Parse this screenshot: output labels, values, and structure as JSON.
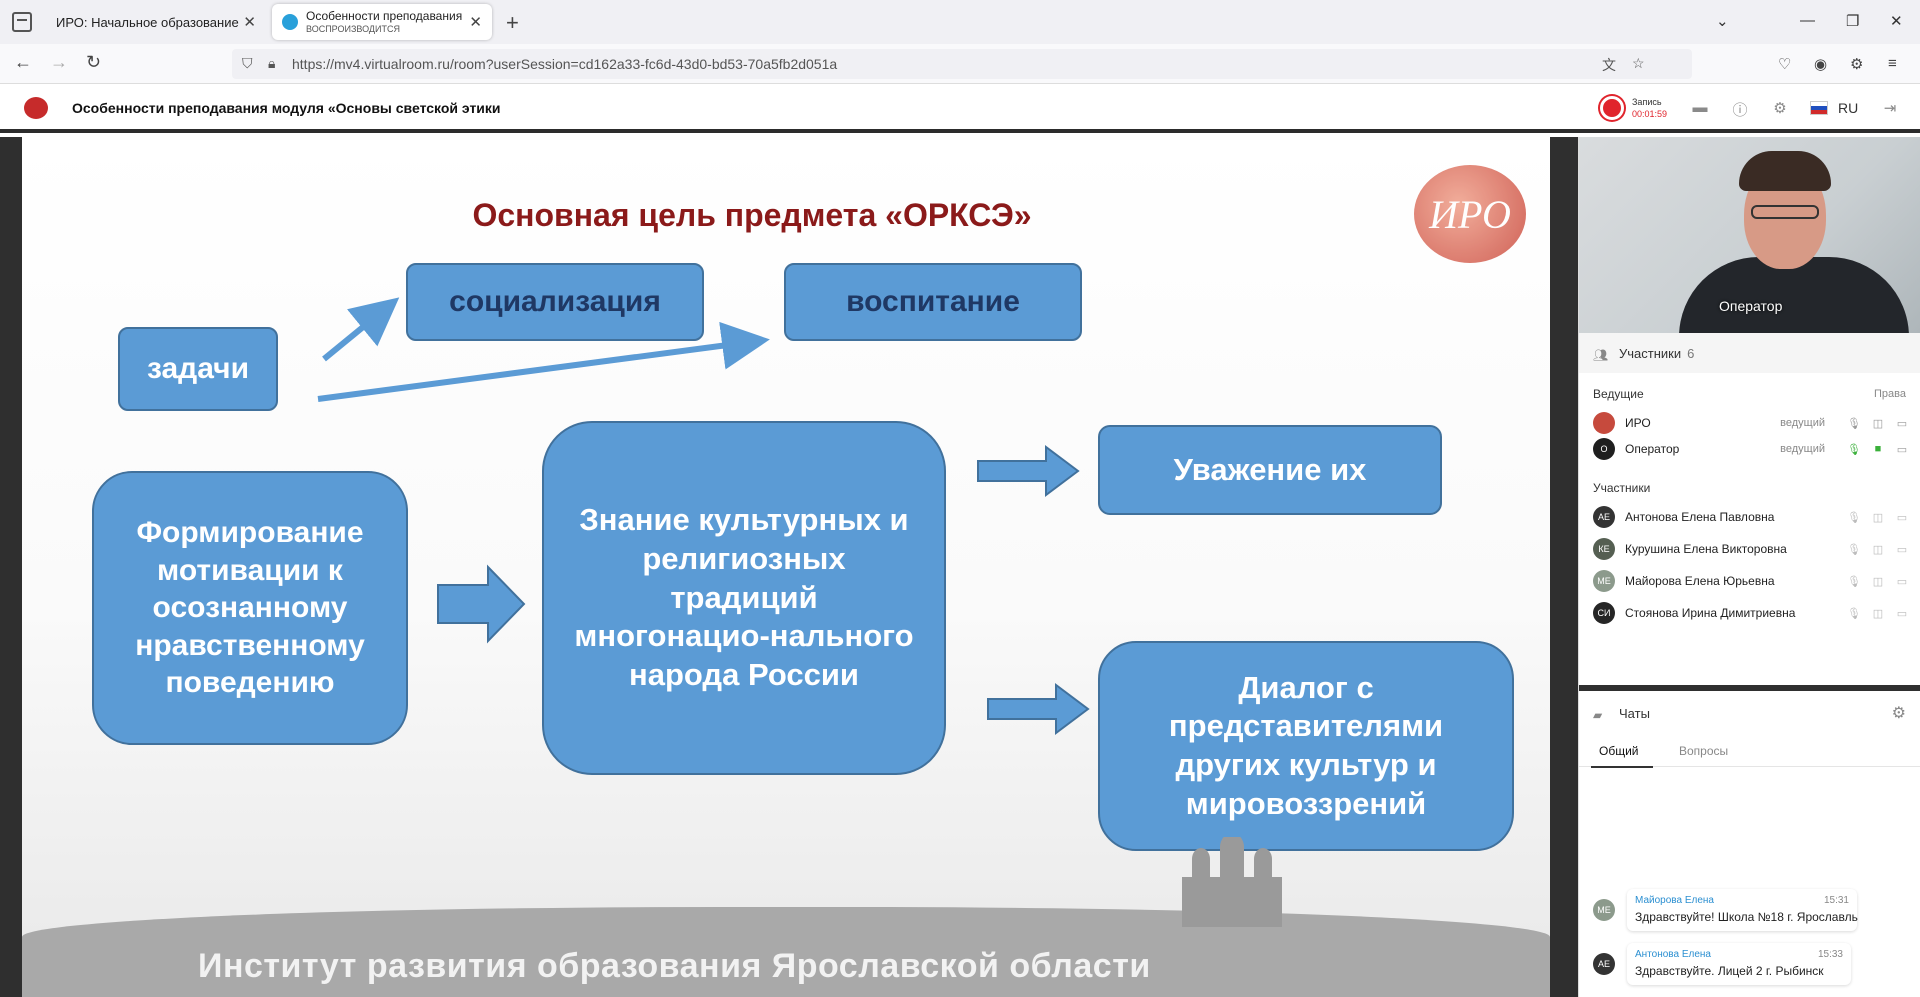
{
  "browser": {
    "tabs": [
      {
        "title": "ИРО: Начальное образование"
      },
      {
        "title": "Особенности преподавания м",
        "subtitle": "ВОСПРОИЗВОДИТСЯ"
      }
    ],
    "url": "https://mv4.virtualroom.ru/room?userSession=cd162a33-fc6d-43d0-bd53-70a5fb2d051a"
  },
  "header": {
    "title": "Особенности преподавания модуля «Основы светской этики",
    "record_label": "Запись",
    "record_time": "00:01:59",
    "language": "RU"
  },
  "slide": {
    "title": "Основная цель предмета «ОРКСЭ»",
    "logo_text": "ИРО",
    "boxes": {
      "tasks": "задачи",
      "socialization": "социализация",
      "upbringing": "воспитание",
      "motivation": "Формирование мотивации к осознанному нравственному поведению",
      "knowledge": "Знание культурных и религиозных традиций многонацио-нального народа России",
      "respect": "Уважение их",
      "dialog": "Диалог с представителями других культур и мировоззрений"
    },
    "footer": "Институт развития образования Ярославской области"
  },
  "video": {
    "name": "Оператор"
  },
  "participants": {
    "title": "Участники",
    "count": "6",
    "hosts_label": "Ведущие",
    "rights_label": "Права",
    "hosts": [
      {
        "name": "ИРО",
        "role": "ведущий",
        "initials": "",
        "color": "#c64a3d"
      },
      {
        "name": "Оператор",
        "role": "ведущий",
        "initials": "О",
        "color": "#1f1f1f"
      }
    ],
    "members_label": "Участники",
    "members": [
      {
        "name": "Антонова Елена Павловна",
        "initials": "АЕ",
        "color": "#333333"
      },
      {
        "name": "Курушина Елена Викторовна",
        "initials": "КЕ",
        "color": "#555f52"
      },
      {
        "name": "Майорова Елена Юрьевна",
        "initials": "МЕ",
        "color": "#8c9a8c"
      },
      {
        "name": "Стоянова Ирина Димитриевна",
        "initials": "СИ",
        "color": "#262626"
      }
    ]
  },
  "chats": {
    "title": "Чаты",
    "tabs": [
      "Общий",
      "Вопросы"
    ],
    "messages": [
      {
        "author": "Майорова Елена",
        "time": "15:31",
        "text": "Здравствуйте! Школа №18 г. Ярославль",
        "initials": "МЕ",
        "color": "#8c9a8c"
      },
      {
        "author": "Антонова Елена",
        "time": "15:33",
        "text": "Здравствуйте. Лицей 2 г. Рыбинск",
        "initials": "АЕ",
        "color": "#333333"
      }
    ]
  },
  "icons": {
    "back": "arrow-left-icon",
    "forward": "arrow-right-icon",
    "reload": "reload-icon",
    "record": "record-icon",
    "folder": "folder-icon",
    "info": "info-icon",
    "settings": "gear-icon",
    "exit": "exit-icon"
  }
}
